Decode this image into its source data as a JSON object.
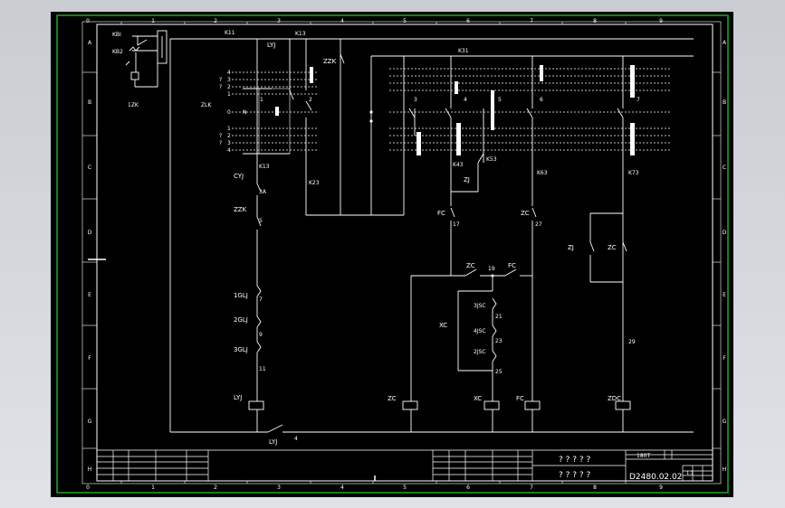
{
  "colors": {
    "background": "#000000",
    "border": "#21a821",
    "lines": "#ffffff",
    "canvas": "#d4d8dc"
  },
  "grid": {
    "top_cols": [
      "0",
      "1",
      "2",
      "3",
      "4",
      "5",
      "6",
      "7",
      "8",
      "9"
    ],
    "bottom_cols": [
      "0",
      "1",
      "2",
      "3",
      "4",
      "5",
      "6",
      "7",
      "8",
      "9"
    ],
    "left_rows": [
      "A",
      "B",
      "C",
      "D",
      "E",
      "F",
      "G",
      "H"
    ],
    "right_rows": [
      "A",
      "B",
      "C",
      "D",
      "E",
      "F",
      "G",
      "H"
    ]
  },
  "labels": {
    "kbi": "KBI",
    "kb2": "KB2",
    "izk": "1ZK",
    "k11": "K11",
    "lyj_top": "LYJ",
    "k13": "K13",
    "zzk": "ZZK",
    "k31": "K31",
    "zlk": "ZLK",
    "sw_top": [
      "4",
      "3",
      "2",
      "1"
    ],
    "sw_q_top": [
      "?",
      "?"
    ],
    "sw_zero": "0",
    "sw_n": "N",
    "sw_bot": [
      "1",
      "2",
      "3",
      "4"
    ],
    "sw_q_bot": [
      "?",
      "?"
    ],
    "n1": "1",
    "n2": "2",
    "n3": "3",
    "n4": "4",
    "n5": "5",
    "n6": "6",
    "n7": "7",
    "k13b": "K13",
    "k23": "K23",
    "k43": "K43",
    "k53": "K53",
    "zj_mid": "ZJ",
    "k63": "K63",
    "k73": "K73",
    "cyj": "CYJ",
    "n3a": "3A",
    "zzk_b": "ZZK",
    "n5b": "5",
    "fc_contact": "FC",
    "n17": "17",
    "zc_contact": "ZC",
    "n27": "27",
    "zj_right": "ZJ",
    "zc_right": "ZC",
    "zc_int": "ZC",
    "n19": "19",
    "fc_int": "FC",
    "xc": "XC",
    "s3jsc": "3JSC",
    "n21": "21",
    "s4jsc": "4JSC",
    "n23": "23",
    "s2jsc": "2JSC",
    "n25": "25",
    "n29": "29",
    "igj": "1GLJ",
    "n7b": "7",
    "igj2": "2GLJ",
    "n9": "9",
    "igj3": "3GLJ",
    "n11": "11",
    "coil_lyj": "LYJ",
    "coil_zc": "ZC",
    "coil_xc": "XC",
    "coil_fc": "FC",
    "coil_zdc": "ZDC",
    "lyj_bot": "LYJ",
    "n4b": "4"
  },
  "title_block": {
    "q1": "? ? ? ? ?",
    "q2": "? ? ? ? ?",
    "code": "D2480.02.02",
    "std": "180T",
    "scale": "1:1"
  }
}
